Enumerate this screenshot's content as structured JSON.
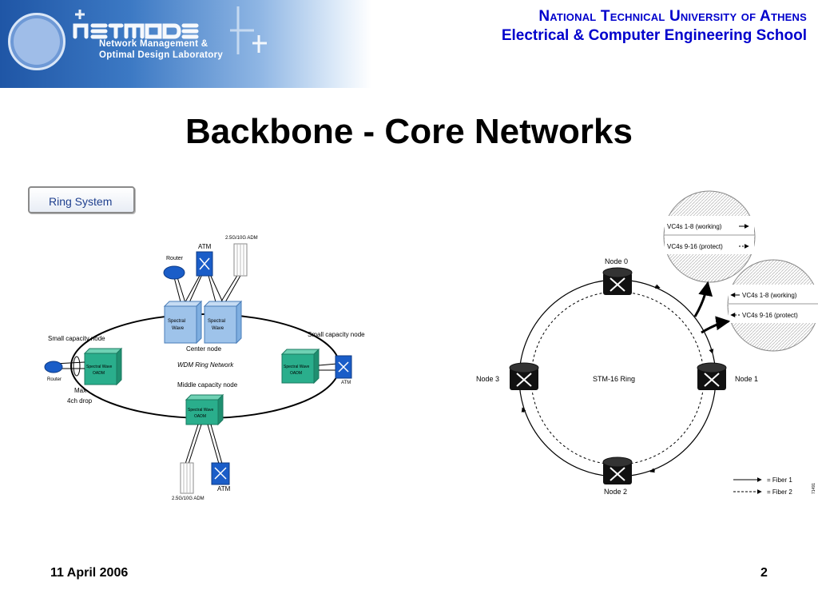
{
  "header": {
    "lab_name_line1": "Network Management &",
    "lab_name_line2": "Optimal Design Laboratory",
    "university": "National Technical University of Athens",
    "school": "Electrical & Computer Engineering School"
  },
  "slide": {
    "title": "Backbone - Core Networks",
    "badge": "Ring System",
    "date": "11 April 2006",
    "page_number": "2"
  },
  "left_diagram": {
    "atm_top": "ATM",
    "adm_top": "2.5G/10G ADM",
    "router_top": "Router",
    "spectral_left": [
      "Spectral",
      "Wave"
    ],
    "spectral_right": [
      "Spectral",
      "Wave"
    ],
    "center_node": "Center node",
    "ring_label": "WDM Ring Network",
    "middle_node": "Middle capacity node",
    "small_node_left": "Small capacity node",
    "small_node_right": "Small capacity node",
    "oadm_left": [
      "Spectral Wave",
      "OADM"
    ],
    "oadm_right": [
      "Spectral Wave",
      "OADM"
    ],
    "oadm_bottom": [
      "Spectral Wave",
      "OADM"
    ],
    "router_left": "Router",
    "max_drop": [
      "Max",
      "4ch drop"
    ],
    "atm_right": "ATM",
    "atm_bottom": "ATM",
    "adm_bottom": "2.5G/10G ADM"
  },
  "right_diagram": {
    "node0": "Node 0",
    "node1": "Node 1",
    "node2": "Node 2",
    "node3": "Node 3",
    "ring_label": "STM-16 Ring",
    "callout_top_working": "VC4s 1-8 (working)",
    "callout_top_protect": "VC4s 9-16 (protect)",
    "callout_right_working": "VC4s 1-8 (working)",
    "callout_right_protect": "VC4s 9-16 (protect)",
    "legend_fiber1": "= Fiber 1",
    "legend_fiber2": "= Fiber 2",
    "figure_id": "71491"
  },
  "colors": {
    "header_text": "#0000cc",
    "spectral_wave": "#9ec3ea",
    "oadm": "#2aae8c",
    "device_blue": "#1a5dc8"
  }
}
